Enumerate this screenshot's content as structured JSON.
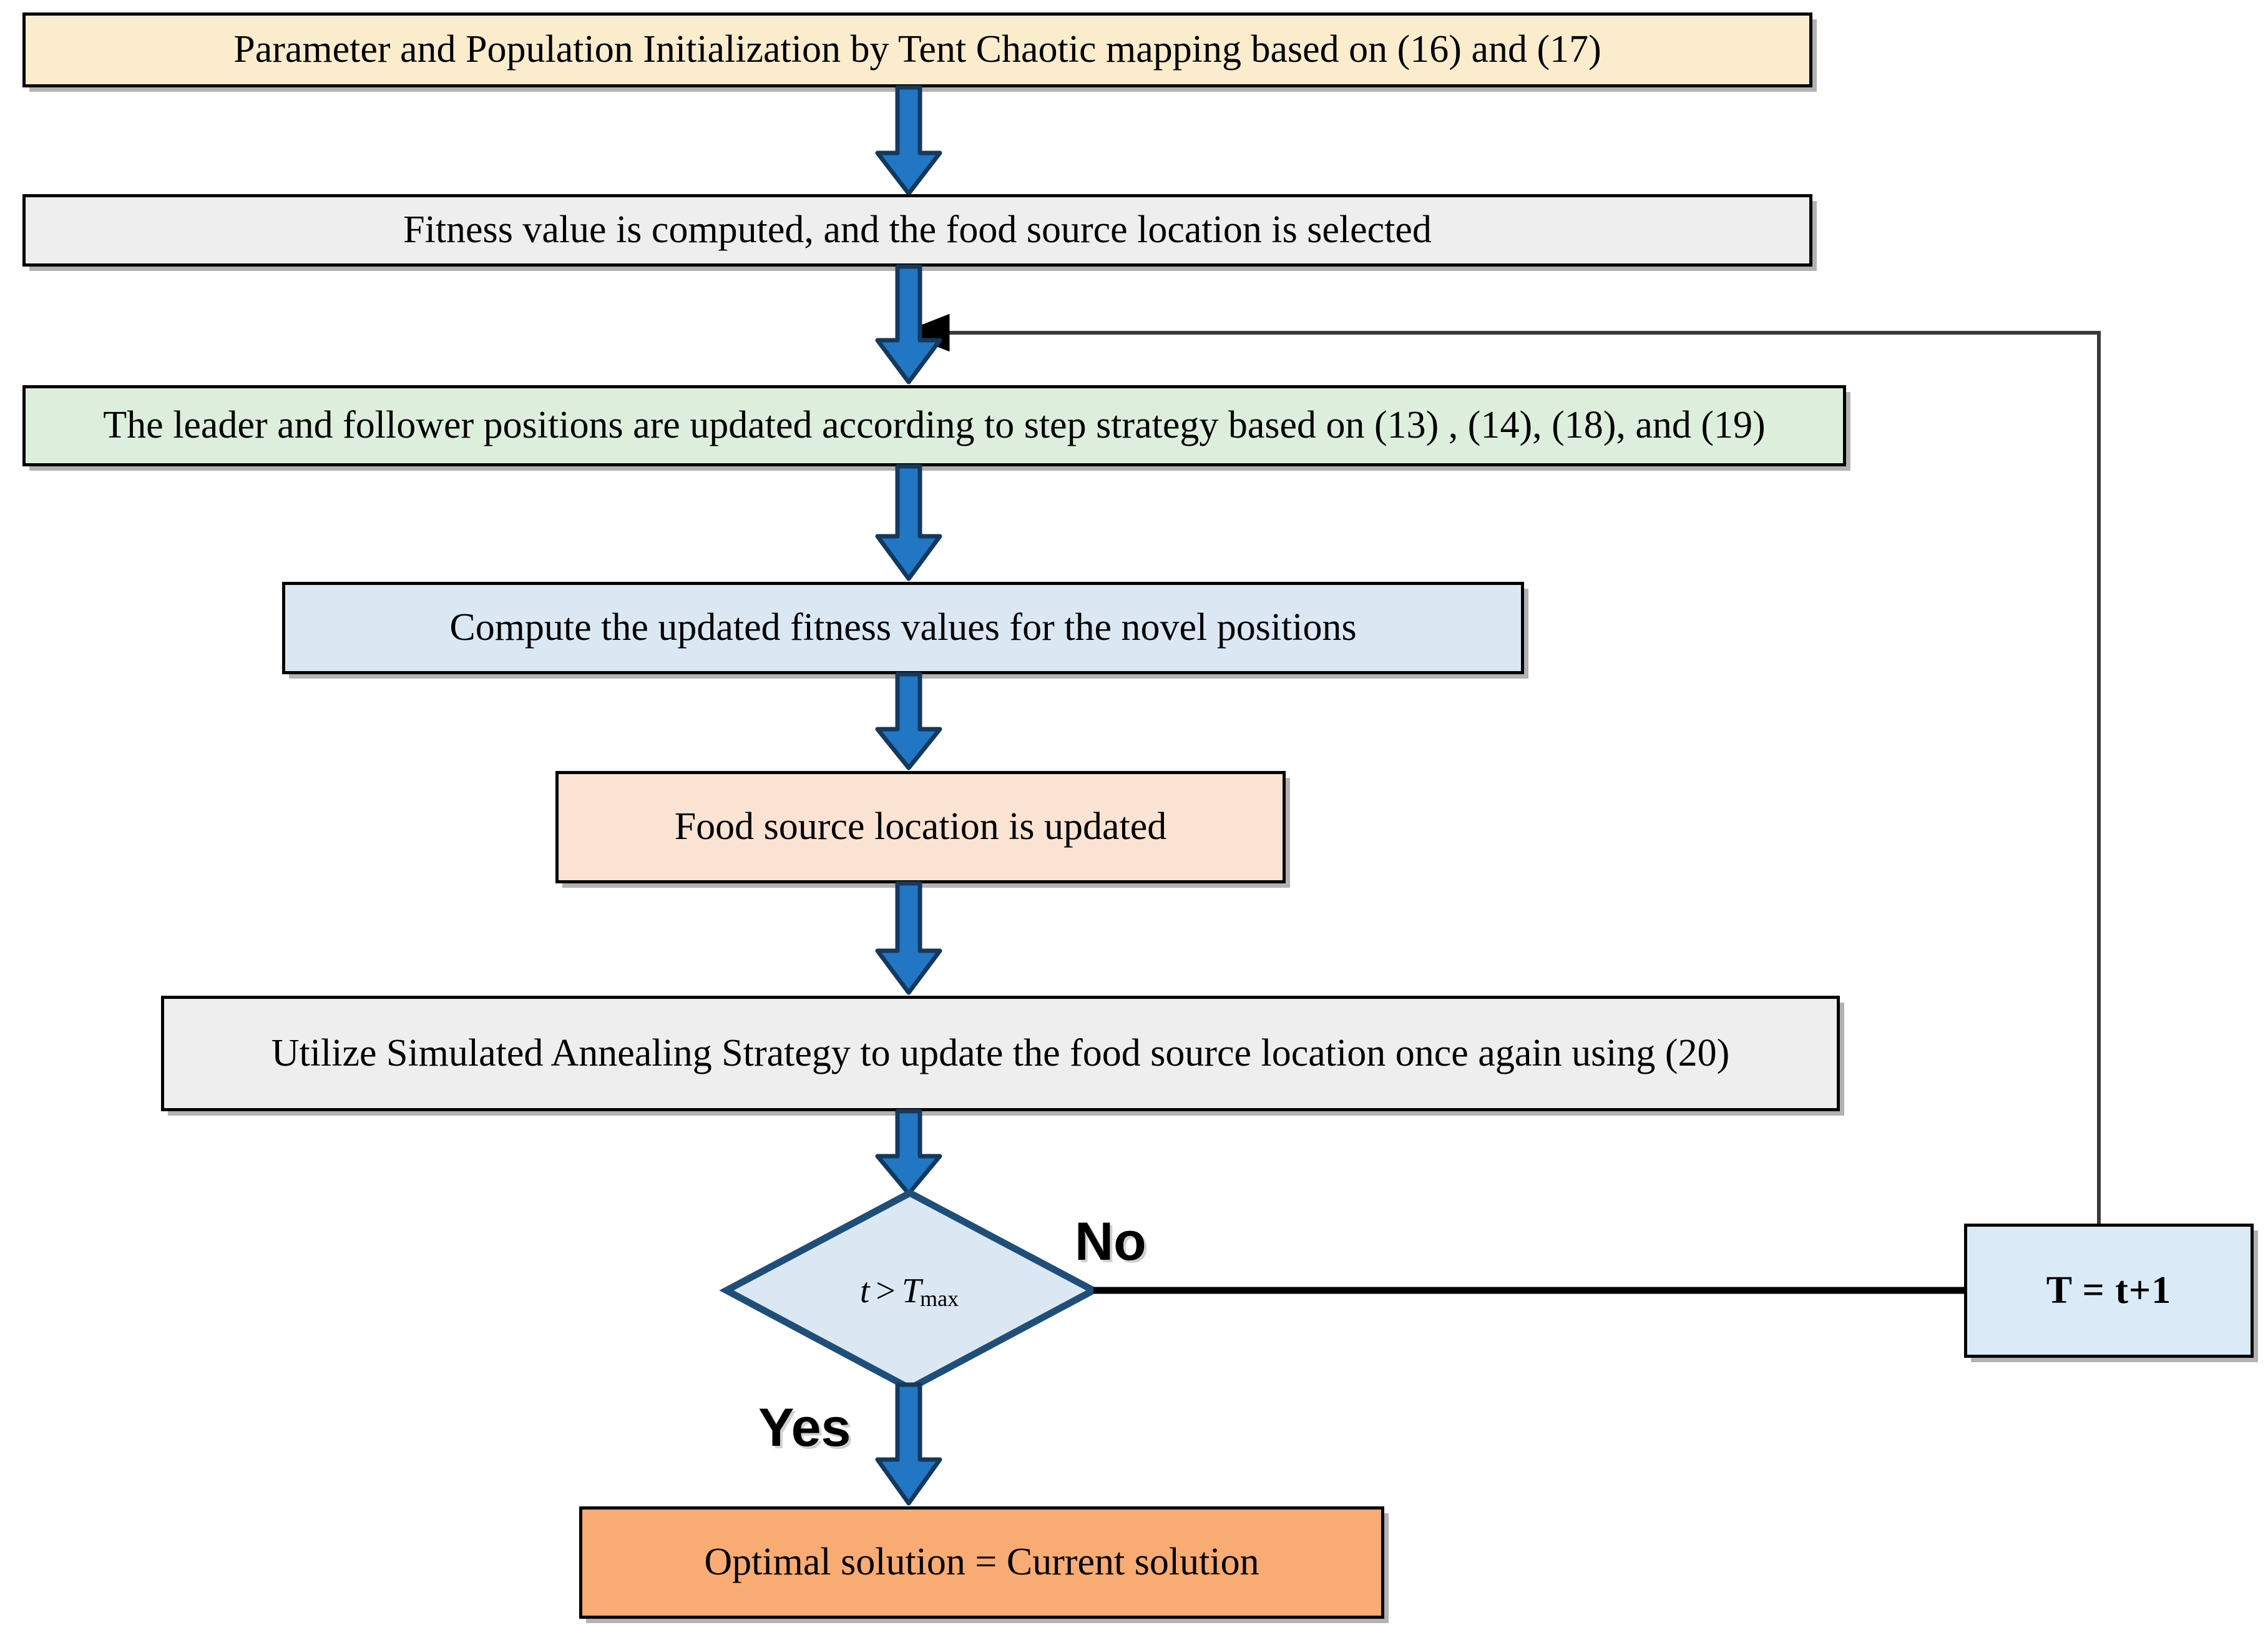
{
  "diagram": {
    "type": "flowchart",
    "title": "Improved Artificial Bee Colony with Simulated Annealing flowchart",
    "colors": {
      "init_fill": "#fbeccd",
      "fitness_fill": "#eeeeee",
      "leader_fill": "#ddeedd",
      "compute_fill": "#dbe8f4",
      "food_fill": "#fbe3d4",
      "anneal_fill": "#eeeeee",
      "decision_fill": "#dbe8f4",
      "decision_stroke": "#1f4e79",
      "increment_fill": "#dbeaf7",
      "optimal_fill": "#f8ac73",
      "arrow_fill": "#2277c4",
      "arrow_stroke": "#14395c",
      "node_stroke": "#000000",
      "feedback_line": "#333333"
    },
    "nodes": [
      {
        "id": "init",
        "shape": "rectangle",
        "label": "Parameter and Population Initialization by Tent Chaotic mapping based on (16) and (17)"
      },
      {
        "id": "fitness",
        "shape": "rectangle",
        "label": "Fitness value is computed, and the food source location is selected"
      },
      {
        "id": "leader",
        "shape": "rectangle",
        "label": "The leader and follower positions are updated according to step strategy  based on (13) , (14), (18), and  (19)"
      },
      {
        "id": "compute",
        "shape": "rectangle",
        "label": "Compute the updated fitness values for the novel positions"
      },
      {
        "id": "food",
        "shape": "rectangle",
        "label": "Food source location is updated"
      },
      {
        "id": "anneal",
        "shape": "rectangle",
        "label": "Utilize Simulated Annealing Strategy to update the food source location once again using (20)"
      },
      {
        "id": "decision",
        "shape": "diamond",
        "label_main": "t",
        "label_operator": ">",
        "label_var": "T",
        "label_subscript": "max",
        "label_plain": "t > Tmax"
      },
      {
        "id": "increment",
        "shape": "rectangle",
        "label": "T = t+1"
      },
      {
        "id": "optimal",
        "shape": "rectangle",
        "label": "Optimal solution = Current solution"
      }
    ],
    "branch_labels": {
      "no": "No",
      "yes": "Yes"
    },
    "edges": [
      {
        "from": "init",
        "to": "fitness",
        "style": "block-arrow-down"
      },
      {
        "from": "fitness",
        "to": "leader",
        "style": "block-arrow-down"
      },
      {
        "from": "leader",
        "to": "compute",
        "style": "block-arrow-down"
      },
      {
        "from": "compute",
        "to": "food",
        "style": "block-arrow-down"
      },
      {
        "from": "food",
        "to": "anneal",
        "style": "block-arrow-down"
      },
      {
        "from": "anneal",
        "to": "decision",
        "style": "block-arrow-down"
      },
      {
        "from": "decision",
        "to": "increment",
        "style": "line-right",
        "label": "No"
      },
      {
        "from": "increment",
        "to": "fitness_to_leader_junction",
        "style": "polyline-feedback-up-left-arrow"
      },
      {
        "from": "decision",
        "to": "optimal",
        "style": "block-arrow-down",
        "label": "Yes"
      }
    ]
  }
}
